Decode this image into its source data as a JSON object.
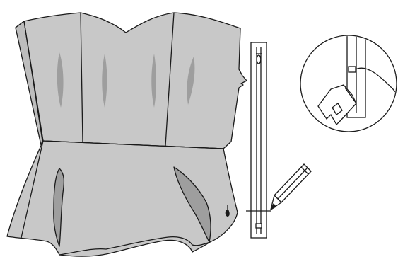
{
  "illustration": {
    "subject": "sewing-step-zipper-insertion",
    "colors": {
      "fabric": "#c8c8c8",
      "dart": "#9e9e9e",
      "outline": "#1a1a1a",
      "background": "#ffffff",
      "zipper_tape": "#ffffff"
    },
    "icons": [
      "bodice-garment",
      "zipper",
      "pencil",
      "magnified-zipper-detail-icon"
    ]
  }
}
